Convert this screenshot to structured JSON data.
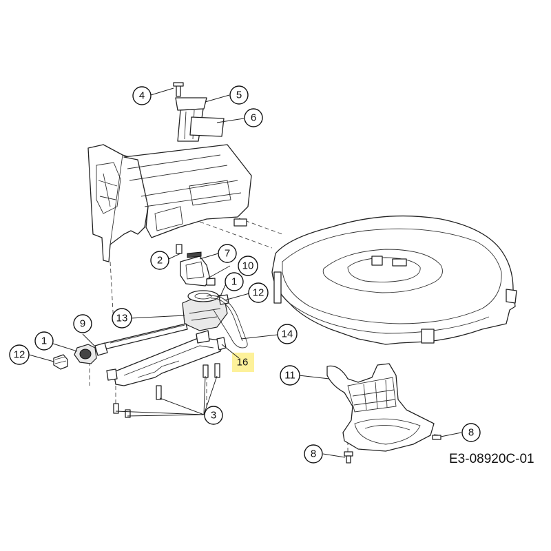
{
  "callouts": [
    {
      "id": "c4",
      "label": "4"
    },
    {
      "id": "c5",
      "label": "5"
    },
    {
      "id": "c6",
      "label": "6"
    },
    {
      "id": "c7",
      "label": "7"
    },
    {
      "id": "c2",
      "label": "2"
    },
    {
      "id": "c10",
      "label": "10"
    },
    {
      "id": "c1a",
      "label": "1"
    },
    {
      "id": "c12a",
      "label": "12"
    },
    {
      "id": "c13",
      "label": "13"
    },
    {
      "id": "c9",
      "label": "9"
    },
    {
      "id": "c14",
      "label": "14"
    },
    {
      "id": "c1b",
      "label": "1"
    },
    {
      "id": "c12b",
      "label": "12"
    },
    {
      "id": "c16",
      "label": "16"
    },
    {
      "id": "c11",
      "label": "11"
    },
    {
      "id": "c3",
      "label": "3"
    },
    {
      "id": "c8a",
      "label": "8"
    },
    {
      "id": "c8b",
      "label": "8"
    }
  ],
  "diagram_code": "E3-08920C-01",
  "colors": {
    "line": "#222222",
    "highlight": "#fdf19a",
    "background": "#ffffff"
  }
}
